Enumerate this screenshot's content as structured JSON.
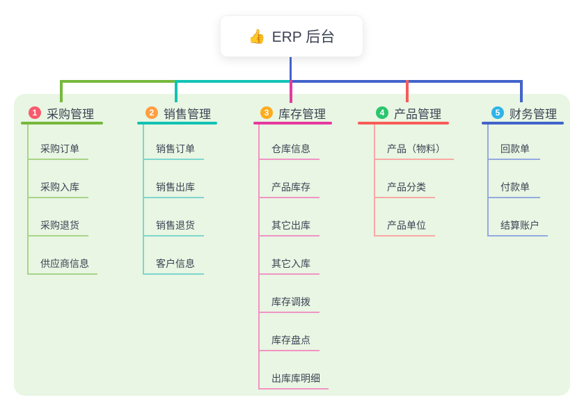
{
  "root": {
    "title": "ERP 后台",
    "icon": "thumbs-up"
  },
  "colors": {
    "panel_background": "#e8f6e3",
    "text": "#3d4354",
    "root_connector": "#4263cb"
  },
  "branches": [
    {
      "index": "1",
      "label": "采购管理",
      "color": "#76b83c",
      "light_color": "#a9d488",
      "badge_color": "#f85a6c",
      "children": [
        "采购订单",
        "采购入库",
        "采购退货",
        "供应商信息"
      ]
    },
    {
      "index": "2",
      "label": "销售管理",
      "color": "#12c3b4",
      "light_color": "#7dd6cd",
      "badge_color": "#ff9e42",
      "children": [
        "销售订单",
        "销售出库",
        "销售退货",
        "客户信息"
      ]
    },
    {
      "index": "3",
      "label": "库存管理",
      "color": "#e6399e",
      "light_color": "#f193c4",
      "badge_color": "#ffab1f",
      "children": [
        "仓库信息",
        "产品库存",
        "其它出库",
        "其它入库",
        "库存调拨",
        "库存盘点",
        "出库库明细"
      ]
    },
    {
      "index": "4",
      "label": "产品管理",
      "color": "#f75c59",
      "light_color": "#f9a8a4",
      "badge_color": "#2bc56f",
      "children": [
        "产品（物料）",
        "产品分类",
        "产品单位"
      ]
    },
    {
      "index": "5",
      "label": "财务管理",
      "color": "#4263cb",
      "light_color": "#93a9e0",
      "badge_color": "#2fb3e8",
      "children": [
        "回款单",
        "付款单",
        "结算账户"
      ]
    }
  ]
}
